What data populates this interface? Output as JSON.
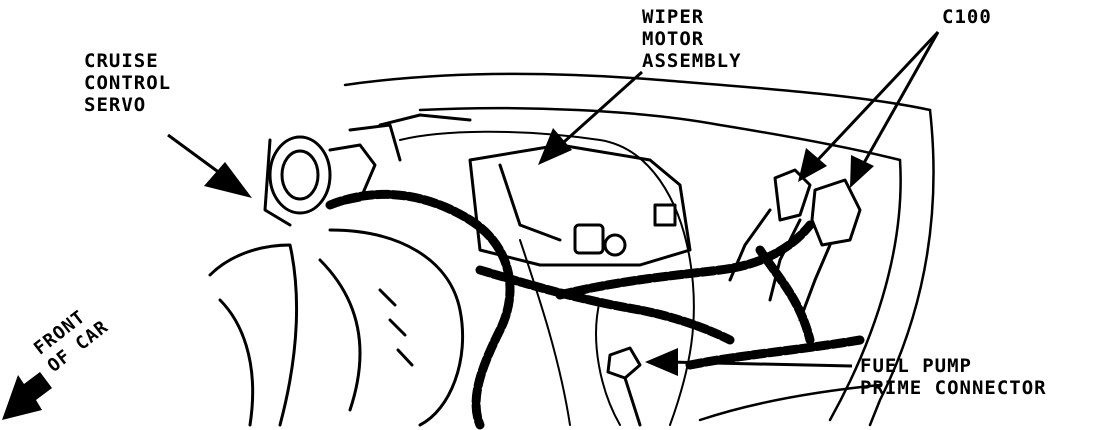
{
  "labels": {
    "cruise": [
      "CRUISE",
      "CONTROL",
      "SERVO"
    ],
    "wiper": [
      "WIPER",
      "MOTOR",
      "ASSEMBLY"
    ],
    "c100": "C100",
    "fuel": [
      "FUEL PUMP",
      "PRIME CONNECTOR"
    ],
    "front": [
      "FRONT",
      "OF CAR"
    ]
  },
  "colors": {
    "ink": "#000000",
    "paper": "#ffffff"
  }
}
